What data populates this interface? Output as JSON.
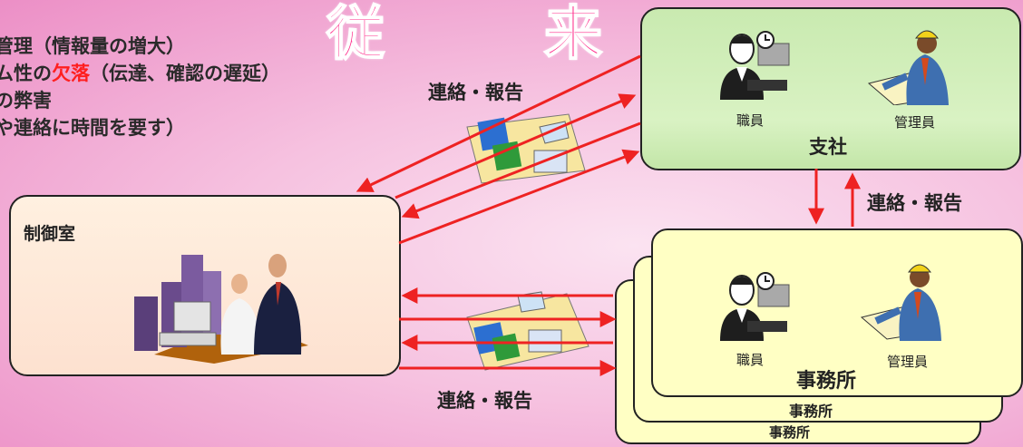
{
  "title": "従　来",
  "issues": {
    "line1": "管理（情報量の増大）",
    "line2_prefix": "ム性の",
    "line2_red": "欠落",
    "line2_suffix": "（伝達、確認の遅延）",
    "line3": "の弊害",
    "line4": "や連絡に時間を要す）"
  },
  "shisha": {
    "name": "支社",
    "staff": "職員",
    "manager": "管理員"
  },
  "control_room": {
    "name": "制御室"
  },
  "office": {
    "name": "事務所",
    "name2": "事務所",
    "name3": "事務所",
    "staff": "職員",
    "manager": "管理員"
  },
  "links": {
    "top": "連絡・報告",
    "right": "連絡・報告",
    "bottom": "連絡・報告"
  },
  "colors": {
    "arrow": "#ee2222",
    "title": "#ff2a8a",
    "shisha_bg": "#d3f0bd",
    "office_bg": "#ffffc4",
    "control_bg": "#fde8da"
  }
}
